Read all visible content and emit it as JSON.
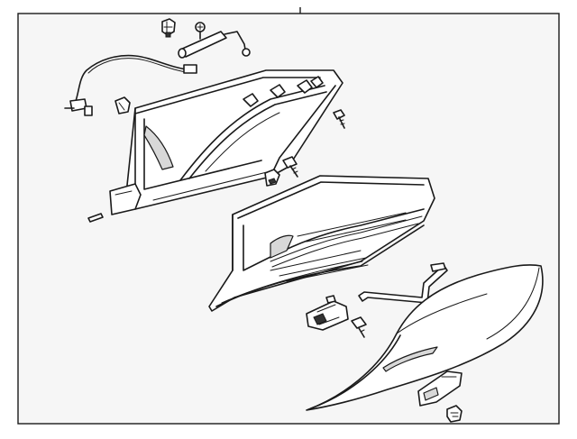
{
  "diagram": {
    "background": "#f6f6f6",
    "line_color": "#1a1a1a",
    "parts": [
      {
        "id": "clip-top",
        "icon": "clip-icon"
      },
      {
        "id": "screw-top",
        "icon": "screw-icon"
      },
      {
        "id": "damper-rod",
        "icon": "damper-icon"
      },
      {
        "id": "lamp-harness",
        "icon": "wire-harness-icon"
      },
      {
        "id": "clip-left",
        "icon": "clip-icon"
      },
      {
        "id": "glove-box-housing",
        "icon": "housing-icon"
      },
      {
        "id": "bolt-right-upper",
        "icon": "bolt-icon"
      },
      {
        "id": "bolt-center",
        "icon": "bolt-icon"
      },
      {
        "id": "clip-center",
        "icon": "clip-icon"
      },
      {
        "id": "pin",
        "icon": "pin-icon"
      },
      {
        "id": "glove-box-bin",
        "icon": "bin-icon"
      },
      {
        "id": "latch-rod",
        "icon": "rod-icon"
      },
      {
        "id": "latch-assembly",
        "icon": "latch-icon"
      },
      {
        "id": "screw-lower",
        "icon": "screw-icon"
      },
      {
        "id": "door-panel",
        "icon": "door-panel-icon"
      },
      {
        "id": "handle-bracket",
        "icon": "bracket-icon"
      },
      {
        "id": "nut-lower",
        "icon": "nut-icon"
      }
    ]
  }
}
